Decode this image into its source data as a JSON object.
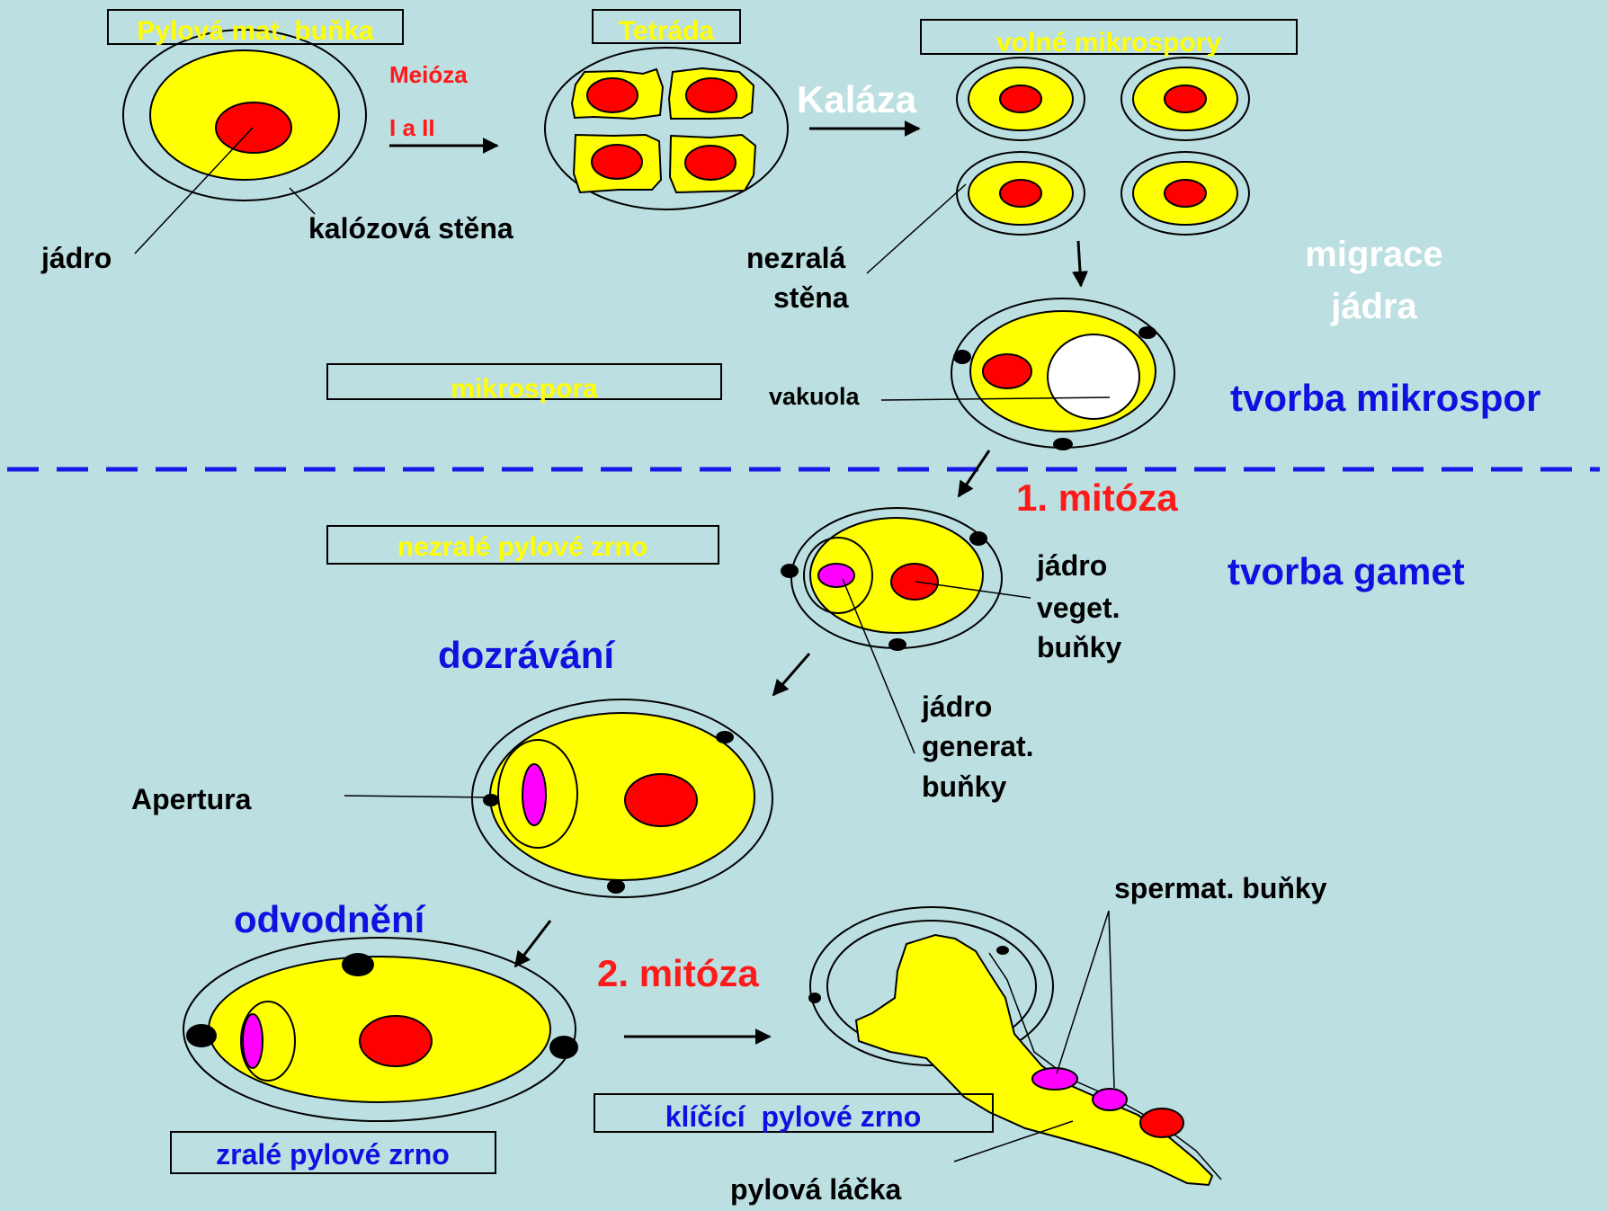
{
  "colors": {
    "background": "#bcdfe1",
    "cytoplasm": "#ffff00",
    "nucleus": "#ff0000",
    "generative": "#ff00ff",
    "stage_label": "#1010e0",
    "mitosis_label": "#ff1a1a",
    "boxed_label_yellow": "#ffff00",
    "white_label": "#ffffff",
    "line": "#000000"
  },
  "boxes": {
    "pollen_mother_cell": "Pylová mat. buňka",
    "tetrad": "Tetráda",
    "free_microspores": "volné mikrospory",
    "microspore": "mikrospora",
    "immature_pollen": "nezralé pylové zrno",
    "germinating_pollen": "klíčící  pylové zrno",
    "mature_pollen": "zralé pylové zrno"
  },
  "labels": {
    "meiosis": "Meióza",
    "meiosis_sub": "I a II",
    "callase": "Kaláza",
    "nucleus": "jádro",
    "callose_wall": "kalózová stěna",
    "immature_wall_1": "nezralá",
    "immature_wall_2": "stěna",
    "nucleus_migration_1": "migrace",
    "nucleus_migration_2": "jádra",
    "vacuole": "vakuola",
    "microspore_formation": "tvorba mikrospor",
    "mitosis1": "1. mitóza",
    "gamete_formation": "tvorba gamet",
    "veg_nucleus_1": "jádro",
    "veg_nucleus_2": "veget.",
    "veg_nucleus_3": "buňky",
    "gen_nucleus_1": "jádro",
    "gen_nucleus_2": "generat.",
    "gen_nucleus_3": "buňky",
    "maturation": "dozrávání",
    "aperture": "Apertura",
    "dehydration": "odvodnění",
    "mitosis2": "2. mitóza",
    "sperm_cells": "spermat. buňky",
    "pollen_tube": "pylová láčka"
  }
}
